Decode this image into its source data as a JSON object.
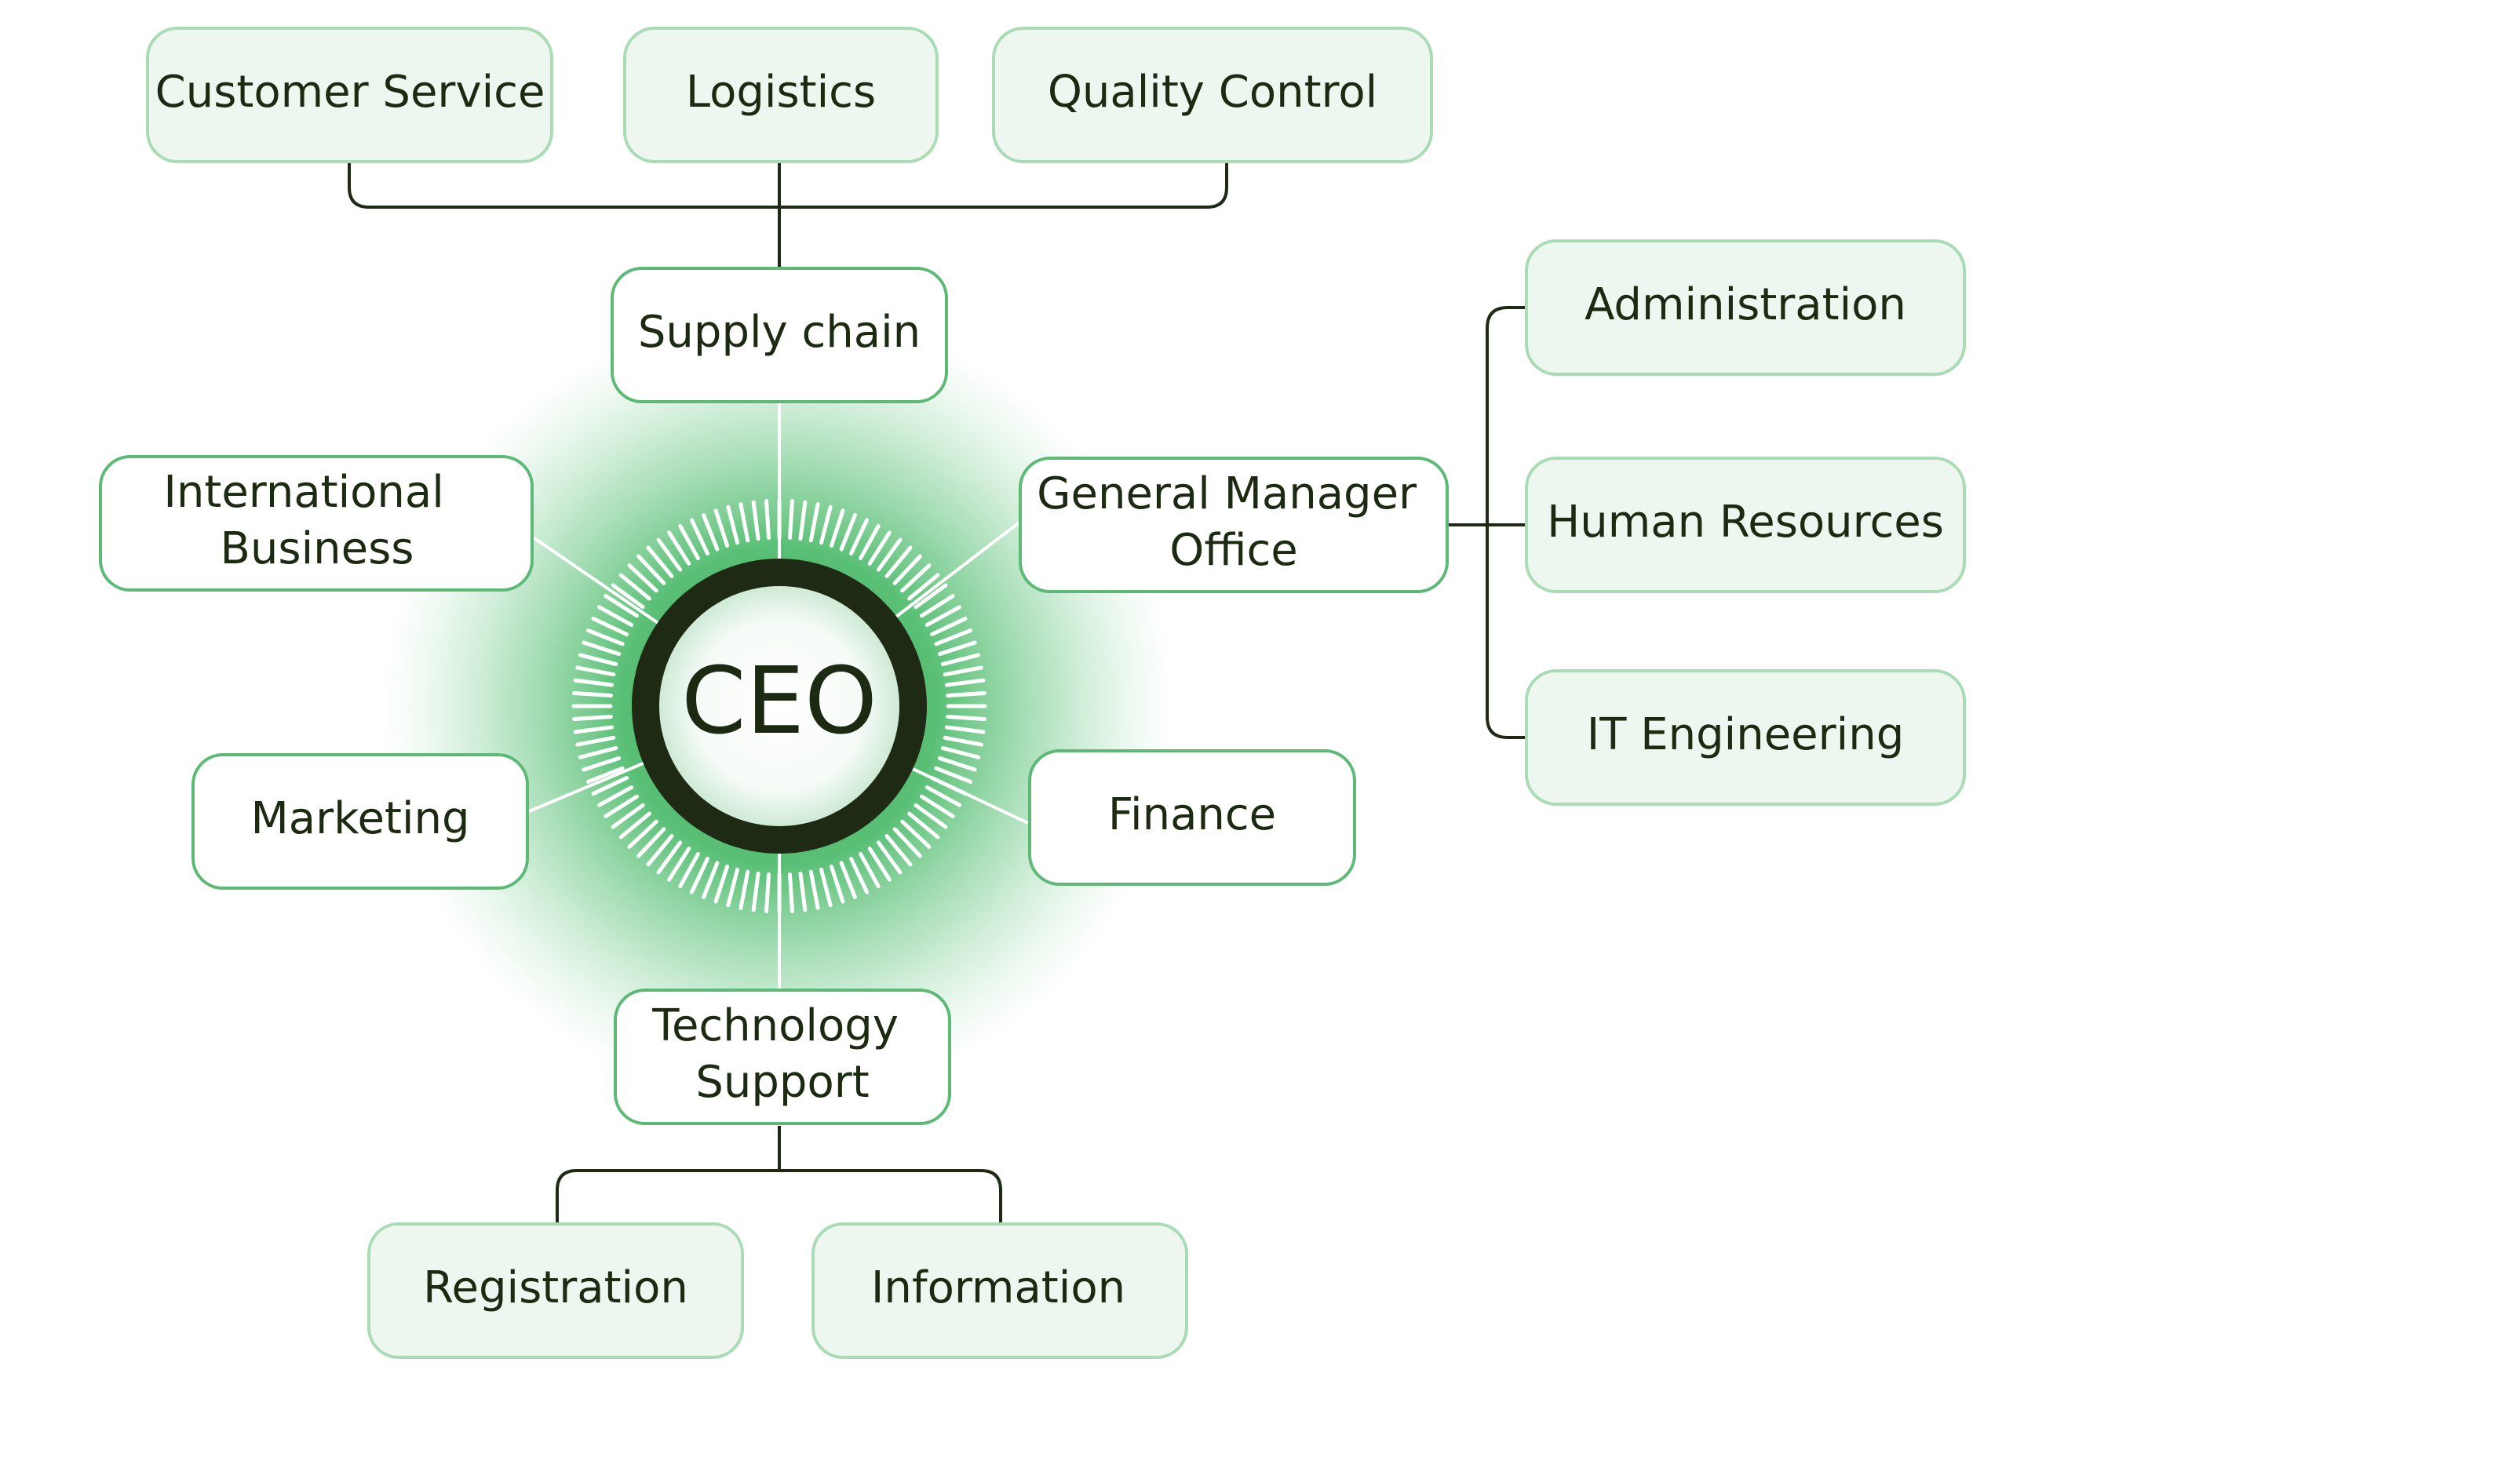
{
  "center": {
    "label": "CEO"
  },
  "nodes": [
    {
      "id": "supply-chain",
      "label": "Supply chain"
    },
    {
      "id": "general-manager-office",
      "label": "General Manager Office"
    },
    {
      "id": "finance",
      "label": "Finance"
    },
    {
      "id": "technology-support",
      "label": "Technology Support"
    },
    {
      "id": "marketing",
      "label": "Marketing"
    },
    {
      "id": "international-business",
      "label": "International Business"
    },
    {
      "id": "customer-service",
      "label": "Customer Service"
    },
    {
      "id": "logistics",
      "label": "Logistics"
    },
    {
      "id": "quality-control",
      "label": "Quality Control"
    },
    {
      "id": "administration",
      "label": "Administration"
    },
    {
      "id": "human-resources",
      "label": "Human Resources"
    },
    {
      "id": "it-engineering",
      "label": "IT Engineering"
    },
    {
      "id": "registration",
      "label": "Registration"
    },
    {
      "id": "information",
      "label": "Information"
    }
  ],
  "edges": [
    {
      "from": "supply-chain",
      "to": "customer-service"
    },
    {
      "from": "supply-chain",
      "to": "logistics"
    },
    {
      "from": "supply-chain",
      "to": "quality-control"
    },
    {
      "from": "general-manager-office",
      "to": "administration"
    },
    {
      "from": "general-manager-office",
      "to": "human-resources"
    },
    {
      "from": "general-manager-office",
      "to": "it-engineering"
    },
    {
      "from": "technology-support",
      "to": "registration"
    },
    {
      "from": "technology-support",
      "to": "information"
    }
  ],
  "colors": {
    "accent": "#3fb35f",
    "node_fill_light": "#edf7ef",
    "node_border": "#5cba76",
    "ring": "#1f2a14",
    "text": "#1b2a10"
  }
}
